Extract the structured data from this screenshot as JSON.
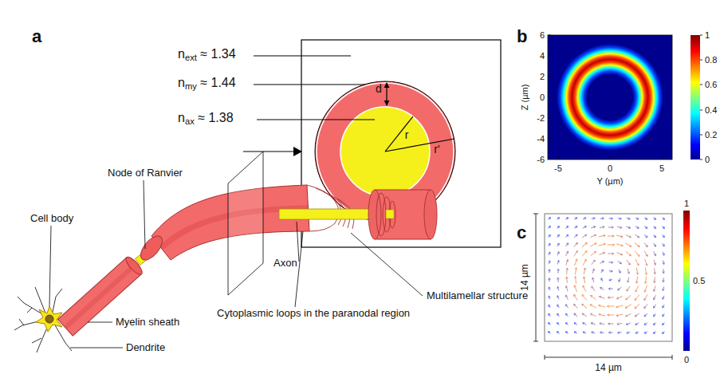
{
  "diagram": {
    "labels": [
      "a",
      "next ≈ 1.34",
      "nmy ≈ 1.44",
      "nax ≈ 1.38",
      "d",
      "r",
      "r'",
      "Node of Ranvier",
      "Axon",
      "Cell body",
      "Myelin sheath",
      "Multilamellar structure",
      "Cytoplasmic loops in the paranodal region",
      "Dendrite",
      "b",
      "6",
      "4",
      "2",
      "0",
      "-2",
      "-4",
      "-6",
      "Z (µm)",
      "-5",
      "0",
      "5",
      "Y (µm)",
      "1",
      "0.8",
      "0.6",
      "0.4",
      "0.2",
      "0",
      "c",
      "1",
      "0.5",
      "0",
      "14 µm",
      "14 µm"
    ]
  }
}
